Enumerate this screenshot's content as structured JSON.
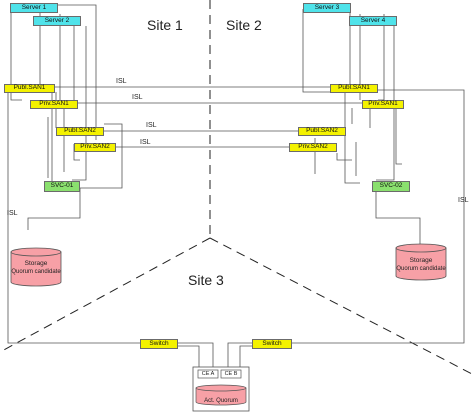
{
  "sites": {
    "site1": "Site 1",
    "site2": "Site 2",
    "site3": "Site 3"
  },
  "site1": {
    "server1": "Server 1",
    "server2": "Server 2",
    "publ_san1": "Publ.SAN1",
    "priv_san1": "Priv.SAN1",
    "publ_san2": "Publ.SAN2",
    "priv_san2": "Priv.SAN2",
    "svc": "SVC-01",
    "storage_title": "Storage",
    "storage_sub": "Quorum candidate"
  },
  "site2": {
    "server3": "Server 3",
    "server4": "Server 4",
    "publ_san1": "Publ.SAN1",
    "priv_san1": "Priv.SAN1",
    "publ_san2": "Publ.SAN2",
    "priv_san2": "Priv.SAN2",
    "svc": "SVC-02",
    "storage_title": "Storage",
    "storage_sub": "Quorum candidate"
  },
  "site3": {
    "switch_left": "Switch",
    "switch_right": "Switch",
    "ce_a": "CE A",
    "ce_b": "CE B",
    "quorum": "Act. Quorum"
  },
  "isl": {
    "top1": "ISL",
    "top2": "ISL",
    "mid1": "ISL",
    "mid2": "ISL",
    "left": "ISL",
    "right": "ISL"
  },
  "colors": {
    "server": "#4fe3ea",
    "switch": "#f4f200",
    "svc": "#8ae06e",
    "storage": "#f7a0a6"
  }
}
